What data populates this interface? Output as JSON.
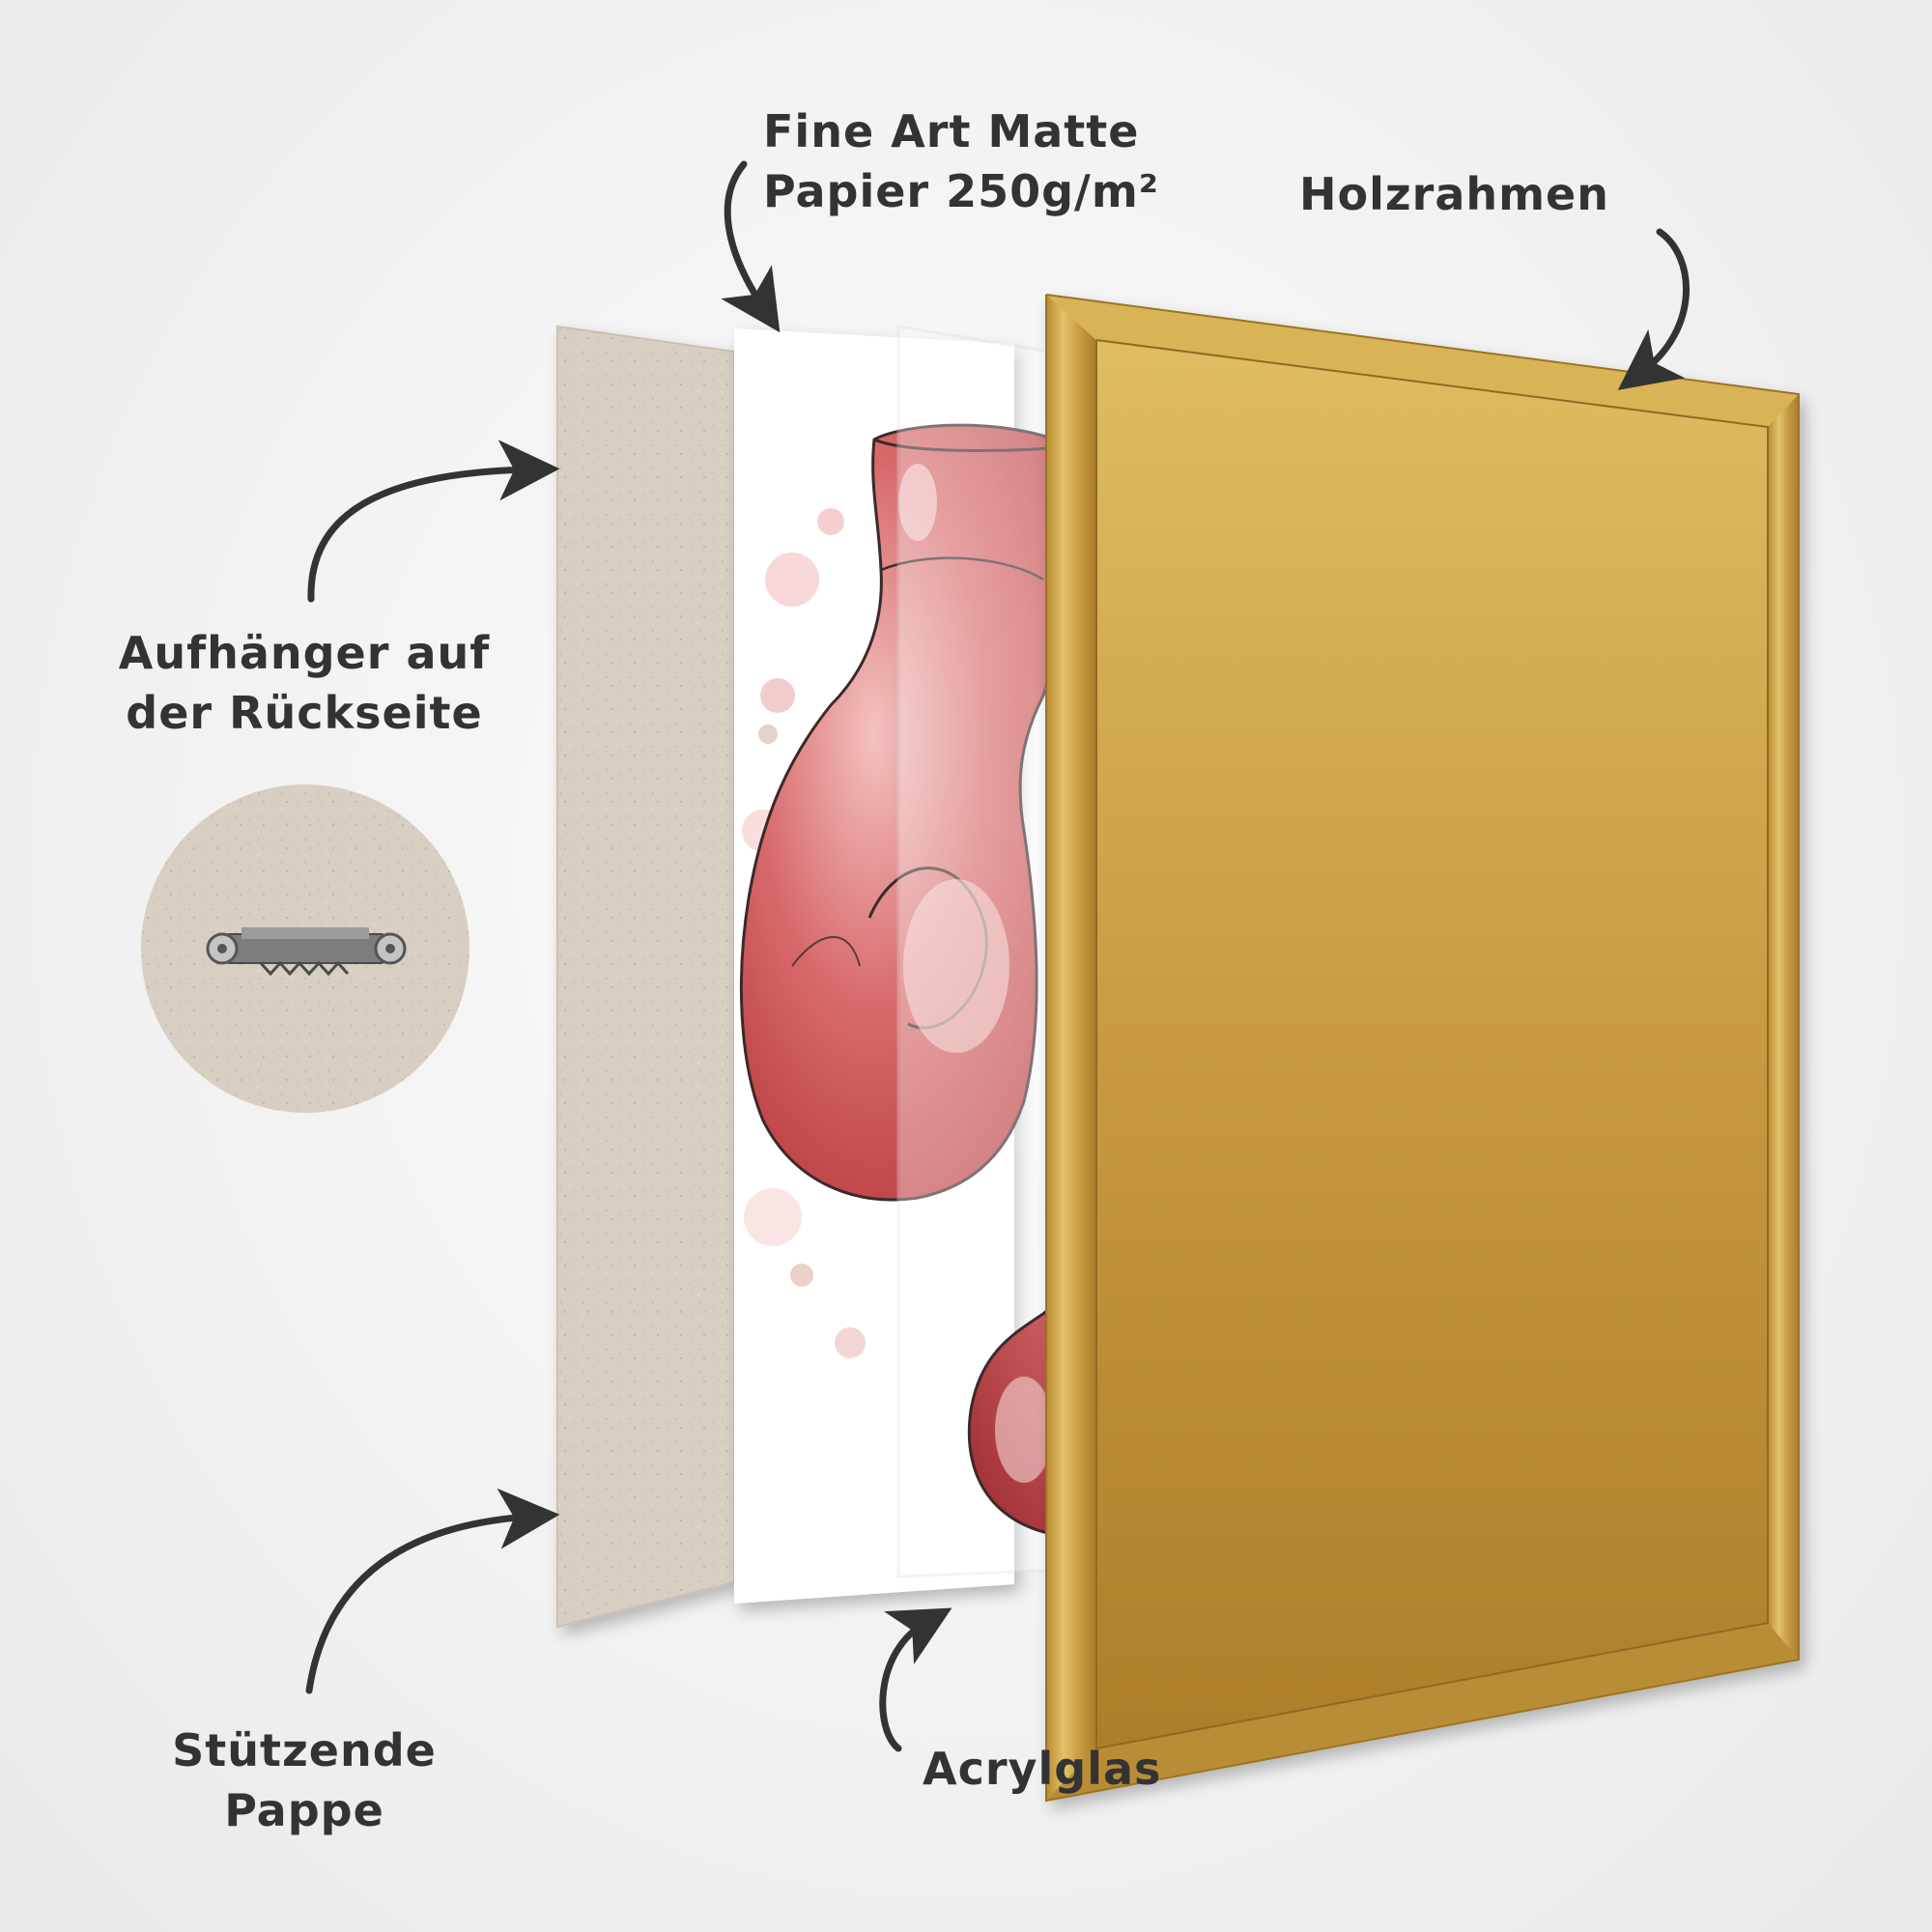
{
  "labels": {
    "paper": {
      "line1": "Fine Art Matte",
      "line2": "Papier 250g/m²"
    },
    "frame": "Holzrahmen",
    "hanger": {
      "line1": "Aufhänger auf",
      "line2": "der Rückseite"
    },
    "cardboard": {
      "line1": "Stützende",
      "line2": "Pappe"
    },
    "acrylic": "Acrylglas"
  },
  "icons": {
    "arrows": "curved-arrow-icon",
    "hanger": "sawtooth-hanger-icon",
    "artwork": "boxing-gloves-illustration"
  },
  "colors": {
    "text": "#333333",
    "cardboard": "#d6cdc1",
    "frame_gold": "#c9a24a",
    "glove_red": "#c8474b",
    "background": "#f2f2f2"
  }
}
